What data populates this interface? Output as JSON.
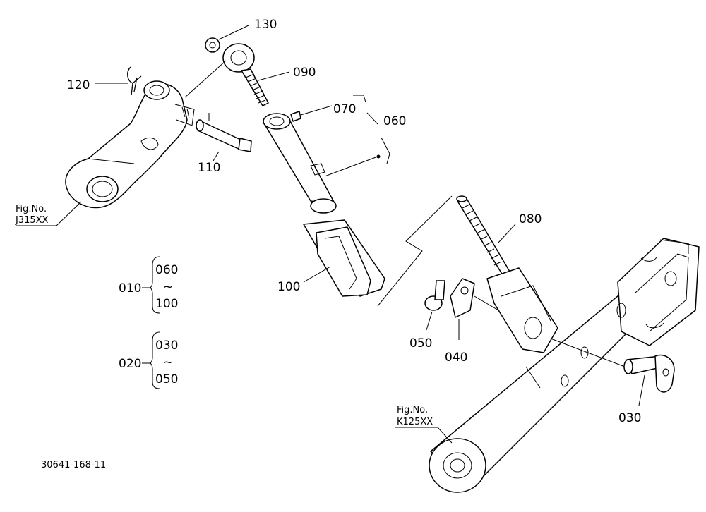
{
  "labels": {
    "p130": "130",
    "p120": "120",
    "p090": "090",
    "p070": "070",
    "p060": "060",
    "p110": "110",
    "p100": "100",
    "p080": "080",
    "p050": "050",
    "p040": "040",
    "p030": "030"
  },
  "figure_refs": {
    "upper": {
      "line1": "Fig.No.",
      "line2": "J315XX"
    },
    "lower": {
      "line1": "Fig.No.",
      "line2": "K125XX"
    }
  },
  "assemblies": [
    {
      "id": "010",
      "from": "060",
      "tilde": "~",
      "to": "100"
    },
    {
      "id": "020",
      "from": "030",
      "tilde": "~",
      "to": "050"
    }
  ],
  "drawing_number": "30641-168-11"
}
